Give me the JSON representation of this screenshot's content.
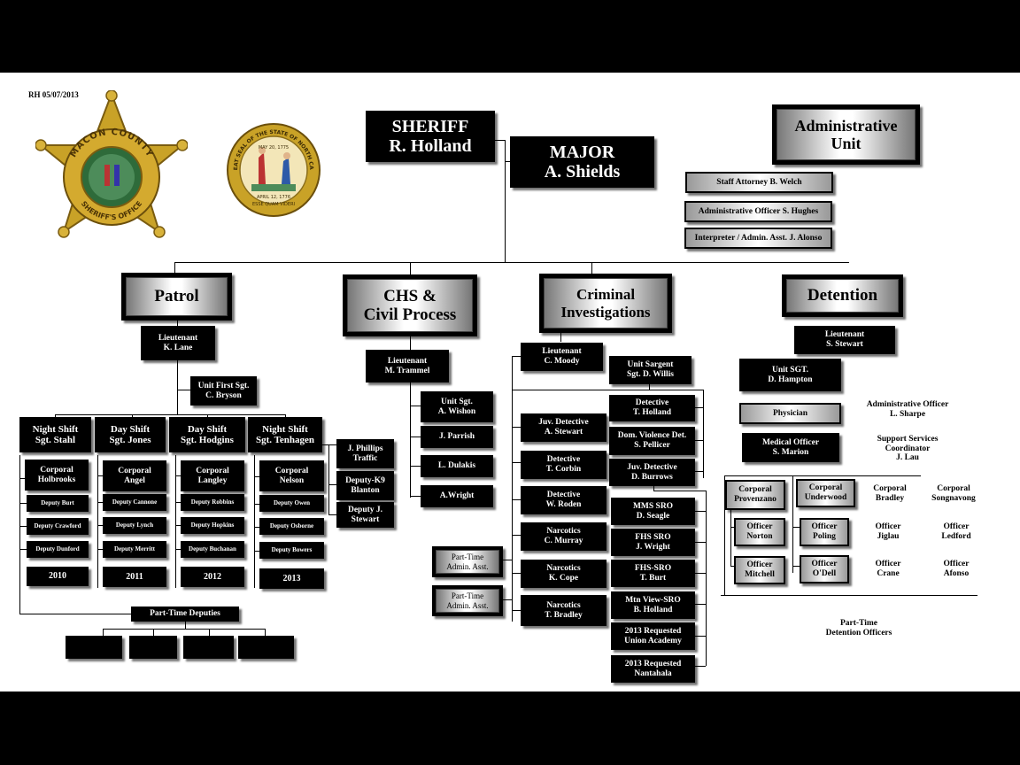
{
  "date_stamp": "RH 05/07/2013",
  "logos": {
    "badge_text": [
      "MACON COUNTY",
      "SHERIFF'S OFFICE"
    ],
    "seal_text": [
      "THE GREAT SEAL OF THE STATE OF NORTH CAROLINA",
      "MAY 20, 1775",
      "APRIL 12, 1776",
      "ESSE QUAM VIDERI"
    ]
  },
  "top": {
    "sheriff": "SHERIFF\nR. Holland",
    "major": "MAJOR\nA. Shields"
  },
  "admin": {
    "header": "Administrative\nUnit",
    "staff": [
      "Staff Attorney B. Welch",
      "Administrative Officer S. Hughes",
      "Interpreter / Admin. Asst. J. Alonso"
    ]
  },
  "divisions": {
    "patrol": "Patrol",
    "chs": "CHS &\nCivil Process",
    "criminal": "Criminal\nInvestigations",
    "detention": "Detention"
  },
  "patrol": {
    "lieutenant": "Lieutenant\nK. Lane",
    "first_sgt": "Unit First Sgt.\nC. Bryson",
    "shifts": [
      {
        "name": "Night Shift\nSgt. Stahl",
        "corporal": "Corporal\nHolbrooks",
        "deputies": [
          "Deputy Burt",
          "Deputy Crawford",
          "Deputy Dunford"
        ],
        "year": "2010"
      },
      {
        "name": "Day Shift\nSgt. Jones",
        "corporal": "Corporal\nAngel",
        "deputies": [
          "Deputy Cannone",
          "Deputy Lynch",
          "Deputy Merritt"
        ],
        "year": "2011"
      },
      {
        "name": "Day Shift\nSgt. Hodgins",
        "corporal": "Corporal\nLangley",
        "deputies": [
          "Deputy Robbins",
          "Deputy Hopkins",
          "Deputy Buchanan"
        ],
        "year": "2012"
      },
      {
        "name": "Night Shift\nSgt. Tenhagen",
        "corporal": "Corporal\nNelson",
        "deputies": [
          "Deputy Owen",
          "Deputy Osborne",
          "Deputy Bowers"
        ],
        "year": "2013"
      }
    ],
    "specials": [
      "J. Phillips\nTraffic",
      "Deputy-K9\nBlanton",
      "Deputy J.\nStewart"
    ],
    "part_time": "Part-Time Deputies"
  },
  "chs": {
    "lieutenant": "Lieutenant\nM. Trammel",
    "members": [
      "Unit Sgt.\nA. Wishon",
      "J. Parrish",
      "L. Dulakis",
      "A.Wright"
    ],
    "part_time": [
      "Part-Time\nAdmin. Asst.",
      "Part-Time\nAdmin. Asst."
    ]
  },
  "criminal": {
    "lieutenant": "Lieutenant\nC. Moody",
    "sergeant": "Unit Sargent\nSgt. D. Willis",
    "left": [
      "Juv. Detective\nA. Stewart",
      "Detective\nT. Corbin",
      "Detective\nW. Roden",
      "Narcotics\nC. Murray",
      "Narcotics\nK. Cope",
      "Narcotics\nT. Bradley"
    ],
    "right": [
      "Detective\nT. Holland",
      "Dom. Violence Det.\nS. Pellicer",
      "Juv. Detective\nD. Burrows"
    ],
    "sro": [
      "MMS SRO\nD. Seagle",
      "FHS SRO\nJ. Wright",
      "FHS-SRO\nT. Burt",
      "Mtn View-SRO\nB. Holland",
      "2013 Requested\nUnion Academy",
      "2013 Requested\nNantahala"
    ]
  },
  "detention": {
    "lieutenant": "Lieutenant\nS. Stewart",
    "unit_sgt": "Unit SGT.\nD. Hampton",
    "physician": "Physician",
    "medical": "Medical Officer\nS. Marion",
    "admin_officer": "Administrative Officer\nL. Sharpe",
    "support": "Support Services\nCoordinator\nJ. Lau",
    "corporals": [
      "Corporal\nProvenzano",
      "Corporal\nUnderwood",
      "Corporal\nBradley",
      "Corporal\nSongnavong"
    ],
    "officers_row1": [
      "Officer\nNorton",
      "Officer\nPoling",
      "Officer\nJiglau",
      "Officer\nLedford"
    ],
    "officers_row2": [
      "Officer\nMitchell",
      "Officer\nO'Dell",
      "Officer\nCrane",
      "Officer\nAfonso"
    ],
    "part_time": "Part-Time\nDetention Officers"
  }
}
